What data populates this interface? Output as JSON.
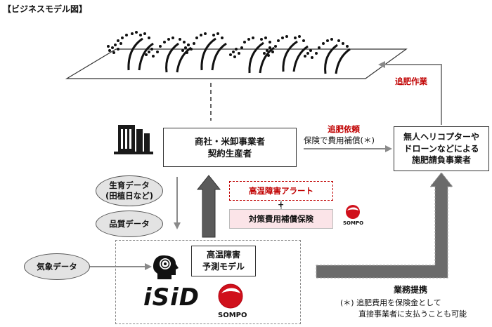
{
  "title": "【ビジネスモデル図】",
  "trader_box": {
    "line1": "商社・米卸事業者",
    "line2": "契約生産者"
  },
  "helicopter_box": {
    "line1": "無人ヘリコプターや",
    "line2": "ドローンなどによる",
    "line3": "施肥請負事業者"
  },
  "topdressing_work": "追肥作業",
  "topdressing_request": "追肥依頼",
  "insurance_compensation": "保険で費用補償(＊)",
  "growth_data": {
    "line1": "生育データ",
    "line2": "(田植日など)"
  },
  "quality_data": "品質データ",
  "weather_data": "気象データ",
  "heat_alert": "高温障害アラート",
  "plus_sign": "+",
  "countermeasure_insurance": "対策費用補償保険",
  "model_box": {
    "line1": "高温障害",
    "line2": "予測モデル"
  },
  "isid_logo_text": "iSiD",
  "sompo_logo_text": "SOMPO",
  "business_alliance": "業務提携",
  "footnote": {
    "line1": "(＊) 追肥費用を保険金として",
    "line2": "直接事業者に支払うことも可能"
  },
  "colors": {
    "accent_red": "#c00000",
    "arrow_gray": "#6b6b6b",
    "sompo_red": "#d0101b",
    "insurance_pink": "#fbe4e8"
  }
}
